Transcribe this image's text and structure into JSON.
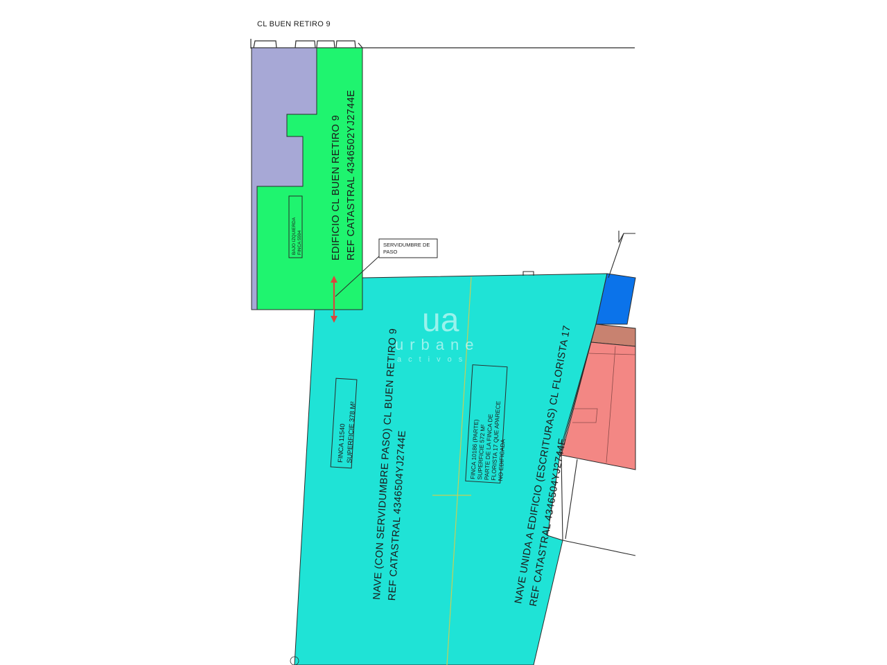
{
  "street_label": "CL BUEN RETIRO 9",
  "buildings": {
    "edificio_buen_retiro": {
      "line1": "EDIFICIO CL BUEN RETIRO 9",
      "line2": "REF CATASTRAL 4346502YJ2744E"
    },
    "nave_servidumbre": {
      "line1": "NAVE (CON SERVIDUMBRE PASO) CL BUEN RETIRO 9",
      "line2": "REF CATASTRAL 4346504YJ2744E"
    },
    "nave_unida": {
      "line1": "NAVE UNIDA A EDIFICIO (ESCRITURAS) CL FLORISTA 17",
      "line2": "REF CATASTRAL 4346504YJ2744E"
    }
  },
  "boxes": {
    "bajo_izquierda": {
      "line1": "BAJO IZQUIERDA",
      "line2": "FINCA 5594"
    },
    "finca_11540": {
      "line1": "FINCA 11540",
      "line2": "SUPERFICIE 378 M²"
    },
    "finca_10186": {
      "line1": "FINCA 10186 (PARTE)",
      "line2": "SUPERFICIE 572 M²",
      "line3": "PARTE DE LA FINCA DE",
      "line4": "FLORISTA 17 QUE APARECE",
      "line5": "NO EDIFICADA"
    },
    "servidumbre": {
      "line1": "SERVIDUMBRE DE",
      "line2": "PASO"
    }
  },
  "watermark": {
    "logo_mark": "ua",
    "brand": "urbane",
    "sub": "activos"
  },
  "colors": {
    "lavender": "#a7a8d6",
    "green": "#1ff46f",
    "cyan": "#1fe3d6",
    "blue": "#0b73ea",
    "salmon": "#f38784",
    "brown": "#c88270",
    "outline": "#2a2a2a",
    "arrow": "#d9463e",
    "cad_yellow": "#c7cf57"
  }
}
